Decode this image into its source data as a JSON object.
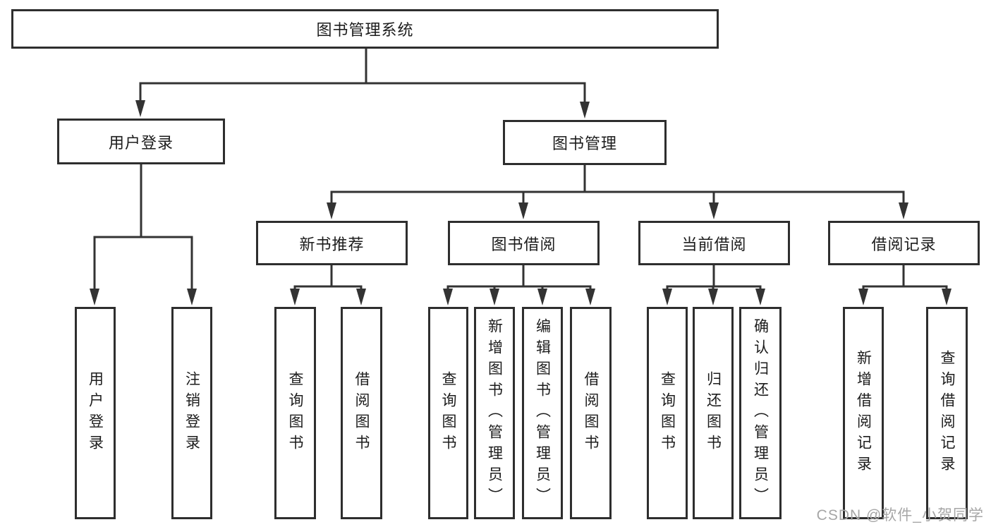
{
  "colors": {
    "line": "#333333",
    "box_border": "#2e2e2e",
    "box_fill": "#ffffff",
    "text": "#1c1c1c",
    "watermark": "#a6a6a6",
    "background": "#ffffff"
  },
  "watermark": {
    "text": "CSDN @软件_小贺同学"
  },
  "diagram": {
    "root": {
      "label": "图书管理系统"
    },
    "branches": [
      {
        "label": "用户登录",
        "children": [
          {
            "label": "用户登录"
          },
          {
            "label": "注销登录"
          }
        ]
      },
      {
        "label": "图书管理",
        "children": [
          {
            "label": "新书推荐",
            "children": [
              {
                "label": "查询图书"
              },
              {
                "label": "借阅图书"
              }
            ]
          },
          {
            "label": "图书借阅",
            "children": [
              {
                "label": "查询图书"
              },
              {
                "label": "新增图书（管理员）"
              },
              {
                "label": "编辑图书（管理员）"
              },
              {
                "label": "借阅图书"
              }
            ]
          },
          {
            "label": "当前借阅",
            "children": [
              {
                "label": "查询图书"
              },
              {
                "label": "归还图书"
              },
              {
                "label": "确认归还（管理员）"
              }
            ]
          },
          {
            "label": "借阅记录",
            "children": [
              {
                "label": "新增借阅记录"
              },
              {
                "label": "查询借阅记录"
              }
            ]
          }
        ]
      }
    ]
  }
}
